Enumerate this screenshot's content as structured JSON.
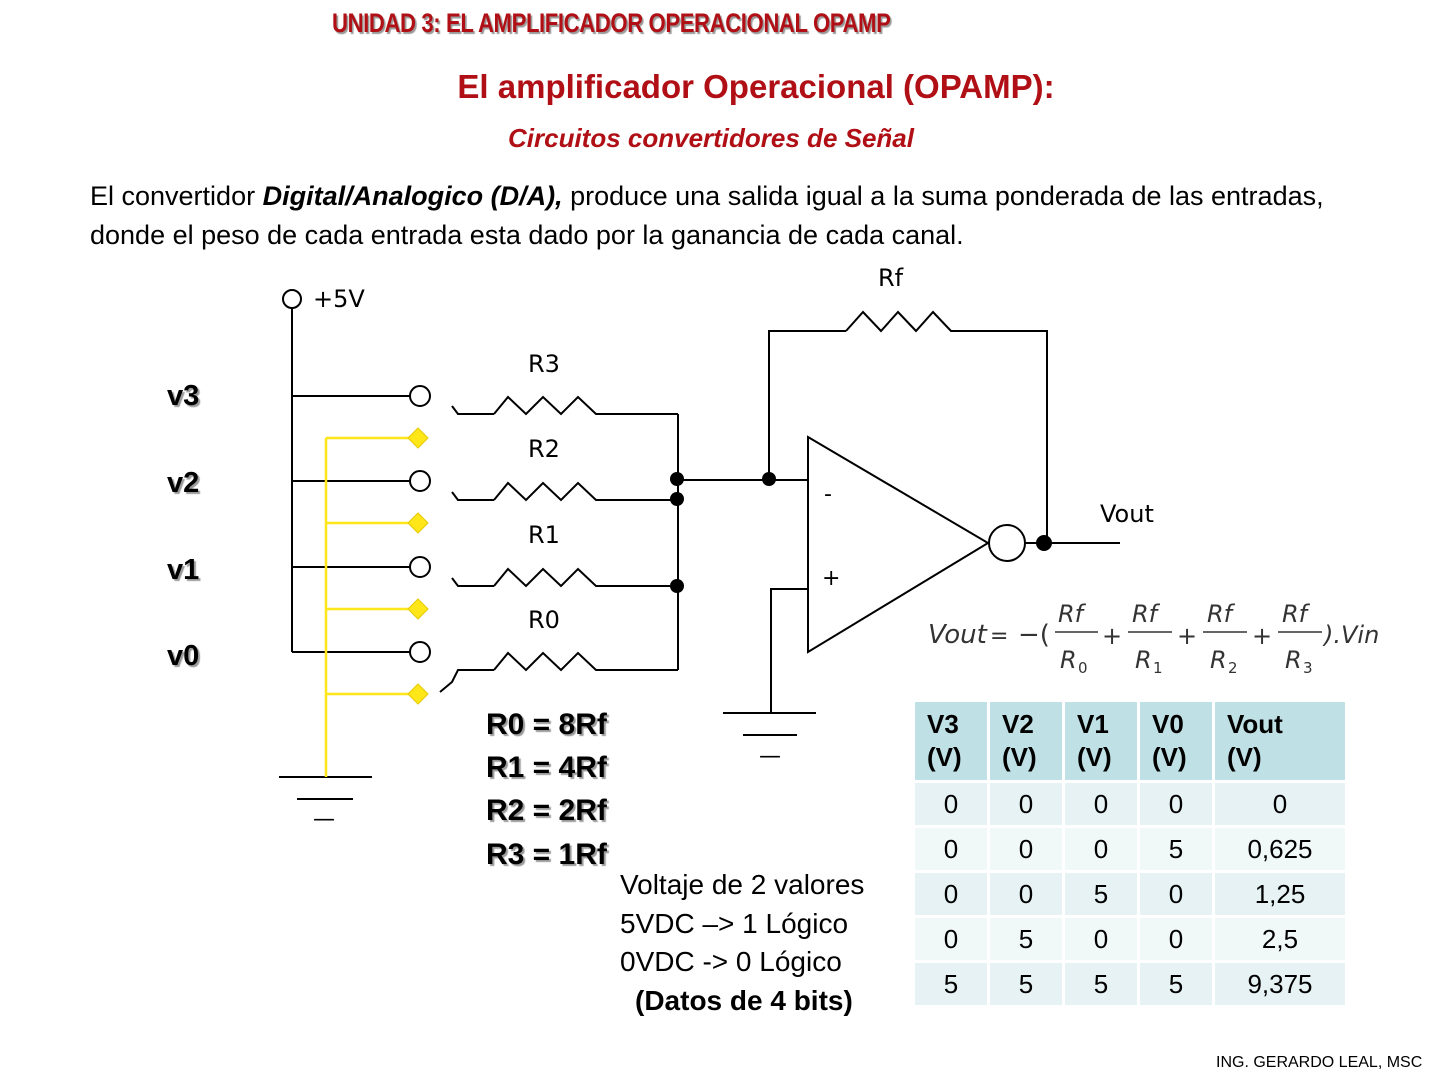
{
  "unit_title": "UNIDAD 3: EL AMPLIFICADOR OPERACIONAL OPAMP",
  "main_title": "El amplificador Operacional (OPAMP):",
  "subtitle": "Circuitos convertidores de Señal",
  "intro": {
    "prefix": "El convertidor ",
    "emphasis": "Digital/Analogico (D/A),",
    "suffix": " produce una salida igual a la suma ponderada de las entradas, donde el peso de cada entrada esta dado por la ganancia de cada canal."
  },
  "circuit": {
    "supply_label": "+5V",
    "feedback_label": "Rf",
    "resistor_labels": [
      "R3",
      "R2",
      "R1",
      "R0"
    ],
    "input_labels": [
      "v3",
      "v2",
      "v1",
      "v0"
    ],
    "minus_sign": "-",
    "plus_sign": "+",
    "output_label": "Vout",
    "ground_symbol": "—",
    "colors": {
      "switch_line": "#ffe619",
      "wire": "#000000"
    }
  },
  "formula": {
    "lhs": "Vout",
    "eq": "=",
    "prefix": "−(",
    "num": "Rf",
    "dens": [
      {
        "base": "R",
        "sub": "0"
      },
      {
        "base": "R",
        "sub": "1"
      },
      {
        "base": "R",
        "sub": "2"
      },
      {
        "base": "R",
        "sub": "3"
      }
    ],
    "plus": "+",
    "suffix": ").Vin"
  },
  "resistor_values": [
    "R0 = 8Rf",
    "R1 = 4Rf",
    "R2 = 2Rf",
    "R3 = 1Rf"
  ],
  "notes": {
    "lines": [
      "Voltaje de 2 valores",
      "5VDC –> 1 Lógico",
      "0VDC ->  0 Lógico"
    ],
    "strong": "(Datos de 4 bits)"
  },
  "table": {
    "headers": [
      "V3\n(V)",
      "V2\n(V)",
      "V1\n(V)",
      "V0\n(V)",
      "Vout\n(V)"
    ],
    "rows": [
      [
        "0",
        "0",
        "0",
        "0",
        "0"
      ],
      [
        "0",
        "0",
        "0",
        "5",
        "0,625"
      ],
      [
        "0",
        "0",
        "5",
        "0",
        "1,25"
      ],
      [
        "0",
        "5",
        "0",
        "0",
        "2,5"
      ],
      [
        "5",
        "5",
        "5",
        "5",
        "9,375"
      ]
    ]
  },
  "footer": "ING. GERARDO LEAL, MSC",
  "colors": {
    "title": "#b01015",
    "table_header": "#bfe0e4",
    "table_cell": "#e6f2f3"
  }
}
